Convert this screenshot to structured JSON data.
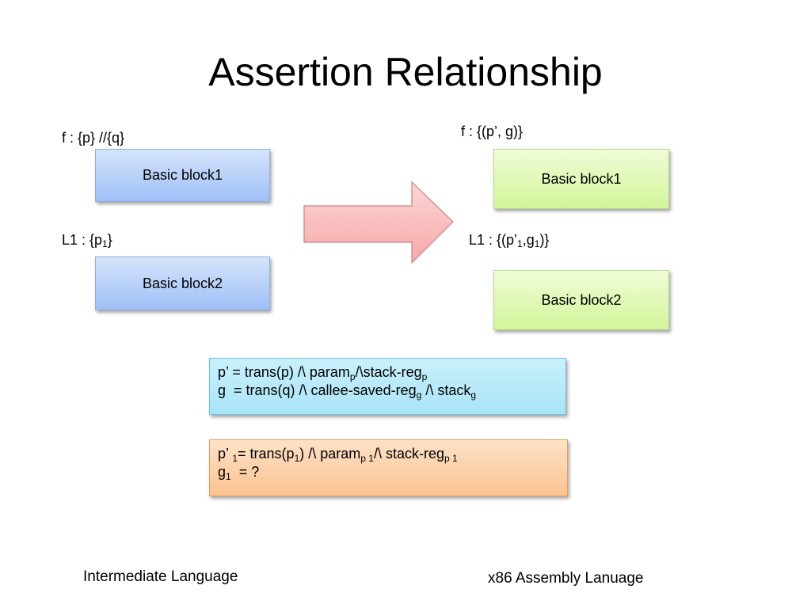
{
  "title": "Assertion Relationship",
  "left": {
    "label_f": "f : {p} //{q}",
    "block1": "Basic block1",
    "label_l1_prefix": "L1 : {p",
    "label_l1_sub": "1",
    "label_l1_suffix": "}",
    "block2": "Basic block2",
    "caption": "Intermediate Language"
  },
  "right": {
    "label_f": "f : {(p’, g)}",
    "block1": "Basic block1",
    "label_l1_a": "L1 : {(p’",
    "label_l1_sub1": "1",
    "label_l1_b": ",g",
    "label_l1_sub2": "1",
    "label_l1_c": ")}",
    "block2": "Basic block2",
    "caption": "x86 Assembly Lanuage"
  },
  "equations_blue": {
    "line1": {
      "a": "p’ = trans(p) /\\ param",
      "s1": "p",
      "b": "/\\stack-reg",
      "s2": "p"
    },
    "line2": {
      "a": "g  = trans(q) /\\ callee-saved-reg",
      "s1": "g",
      "b": " /\\ stack",
      "s2": "g"
    }
  },
  "equations_orange": {
    "line1": {
      "a": "p’ ",
      "s1": "1",
      "b": "= trans(p",
      "s2": "1",
      "c": ") /\\ param",
      "s3": "p 1",
      "d": "/\\ stack-reg",
      "s4": "p 1"
    },
    "line2": {
      "a": "g",
      "s1": "1",
      "b": "  = ?"
    }
  },
  "colors": {
    "left_blocks": "#b8d0f8",
    "right_blocks": "#dff8b4",
    "arrow": "#f8b8b8",
    "eq_blue": "#b8e8f8",
    "eq_orange": "#fcd0a8"
  }
}
